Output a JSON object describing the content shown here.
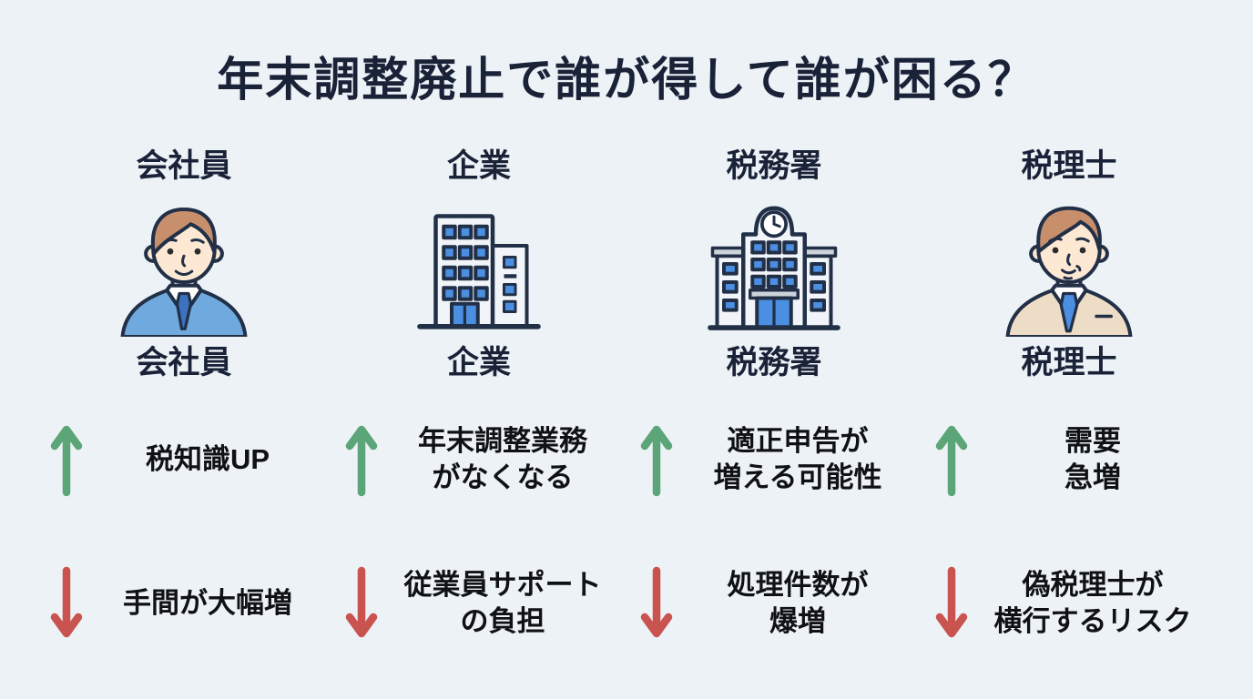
{
  "page": {
    "title": "年末調整廃止で誰が得して誰が困る？",
    "colors": {
      "background": "#edf2f6",
      "heading": "#1a2238",
      "body_text": "#101114",
      "up_arrow": "#5ba578",
      "down_arrow": "#c9534f",
      "icon_outline": "#223047",
      "icon_blue": "#4b8fe2",
      "suit_blue": "#70a9dd",
      "suit_beige": "#eddcc6",
      "skin": "#fde8d4",
      "hair": "#c88f6d",
      "building_fill": "#f1f4f8",
      "cornice_grey": "#cdd3da",
      "tie_blue": "#3d72c0"
    }
  },
  "columns": [
    {
      "id": "employee",
      "header": "会社員",
      "icon": "businessman-blue-suit",
      "label": "会社員",
      "benefit": {
        "lines": [
          "税知識UP",
          ""
        ]
      },
      "drawback": {
        "lines": [
          "手間が大幅増",
          ""
        ]
      }
    },
    {
      "id": "company",
      "header": "企業",
      "icon": "office-building",
      "label": "企業",
      "benefit": {
        "lines": [
          "年末調整業務",
          "がなくなる"
        ]
      },
      "drawback": {
        "lines": [
          "従業員サポート",
          "の負担"
        ]
      }
    },
    {
      "id": "tax-office",
      "header": "税務署",
      "icon": "government-building-clock",
      "label": "税務署",
      "benefit": {
        "lines": [
          "適正申告が",
          "増える可能性"
        ]
      },
      "drawback": {
        "lines": [
          "処理件数が",
          "爆増"
        ]
      }
    },
    {
      "id": "tax-accountant",
      "header": "税理士",
      "icon": "accountant-beige-suit",
      "label": "税理士",
      "benefit": {
        "lines": [
          "需要",
          "急増"
        ]
      },
      "drawback": {
        "lines": [
          "偽税理士が",
          "横行するリスク"
        ]
      }
    }
  ]
}
